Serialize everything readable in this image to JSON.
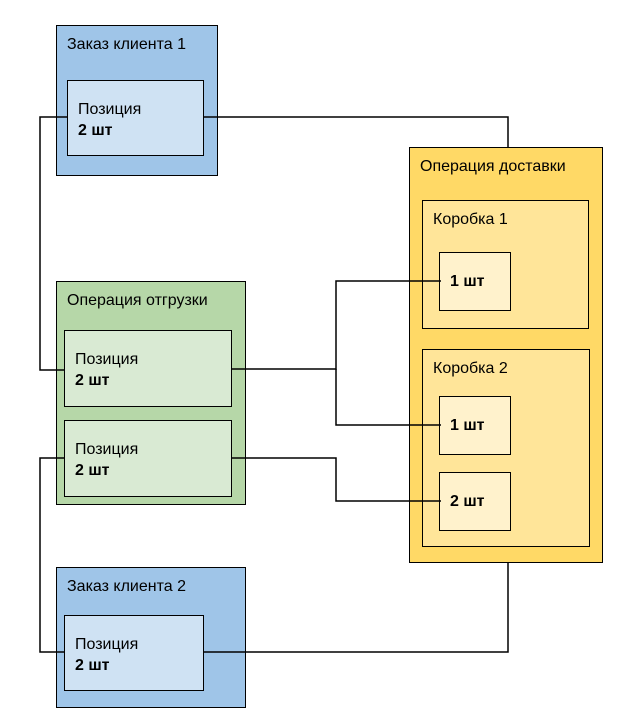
{
  "order1": {
    "title": "Заказ клиента 1",
    "position": {
      "label": "Позиция",
      "qty": "2 шт"
    }
  },
  "shipment": {
    "title": "Операция отгрузки",
    "positions": [
      {
        "label": "Позиция",
        "qty": "2 шт"
      },
      {
        "label": "Позиция",
        "qty": "2 шт"
      }
    ]
  },
  "order2": {
    "title": "Заказ клиента 2",
    "position": {
      "label": "Позиция",
      "qty": "2 шт"
    }
  },
  "delivery": {
    "title": "Операция доставки",
    "boxes": [
      {
        "title": "Коробка 1",
        "items": [
          "1 шт"
        ]
      },
      {
        "title": "Коробка 2",
        "items": [
          "1 шт",
          "2 шт"
        ]
      }
    ]
  }
}
